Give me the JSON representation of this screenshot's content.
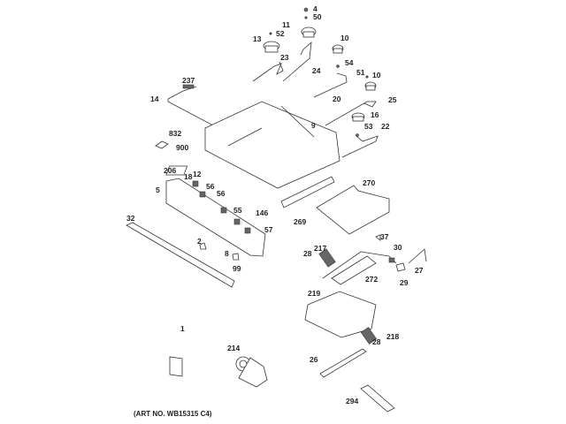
{
  "diagram": {
    "title": "Gas range burner and control parts exploded view",
    "art_number": "(ART NO. WB15315 C4)",
    "parts": [
      {
        "id": "p4",
        "label": "4"
      },
      {
        "id": "p50",
        "label": "50"
      },
      {
        "id": "p11",
        "label": "11"
      },
      {
        "id": "p52",
        "label": "52"
      },
      {
        "id": "p13",
        "label": "13"
      },
      {
        "id": "p10a",
        "label": "10"
      },
      {
        "id": "p23",
        "label": "23"
      },
      {
        "id": "p24",
        "label": "24"
      },
      {
        "id": "p54",
        "label": "54"
      },
      {
        "id": "p51",
        "label": "51"
      },
      {
        "id": "p10b",
        "label": "10"
      },
      {
        "id": "p20",
        "label": "20"
      },
      {
        "id": "p25",
        "label": "25"
      },
      {
        "id": "p16",
        "label": "16"
      },
      {
        "id": "p53",
        "label": "53"
      },
      {
        "id": "p22",
        "label": "22"
      },
      {
        "id": "p237",
        "label": "237"
      },
      {
        "id": "p14",
        "label": "14"
      },
      {
        "id": "p9",
        "label": "9"
      },
      {
        "id": "p832",
        "label": "832"
      },
      {
        "id": "p900",
        "label": "900"
      },
      {
        "id": "p206",
        "label": "206"
      },
      {
        "id": "p18",
        "label": "18"
      },
      {
        "id": "p12",
        "label": "12"
      },
      {
        "id": "p56a",
        "label": "56"
      },
      {
        "id": "p56b",
        "label": "56"
      },
      {
        "id": "p5",
        "label": "5"
      },
      {
        "id": "p55",
        "label": "55"
      },
      {
        "id": "p146",
        "label": "146"
      },
      {
        "id": "p57",
        "label": "57"
      },
      {
        "id": "p32",
        "label": "32"
      },
      {
        "id": "p2",
        "label": "2"
      },
      {
        "id": "p8",
        "label": "8"
      },
      {
        "id": "p99",
        "label": "99"
      },
      {
        "id": "p270",
        "label": "270"
      },
      {
        "id": "p269",
        "label": "269"
      },
      {
        "id": "p37",
        "label": "37"
      },
      {
        "id": "p30",
        "label": "30"
      },
      {
        "id": "p28a",
        "label": "28"
      },
      {
        "id": "p217",
        "label": "217"
      },
      {
        "id": "p272",
        "label": "272"
      },
      {
        "id": "p29",
        "label": "29"
      },
      {
        "id": "p27",
        "label": "27"
      },
      {
        "id": "p219",
        "label": "219"
      },
      {
        "id": "p218",
        "label": "218"
      },
      {
        "id": "p28b",
        "label": "28"
      },
      {
        "id": "p26",
        "label": "26"
      },
      {
        "id": "p294",
        "label": "294"
      },
      {
        "id": "p1",
        "label": "1"
      },
      {
        "id": "p214",
        "label": "214"
      }
    ]
  }
}
